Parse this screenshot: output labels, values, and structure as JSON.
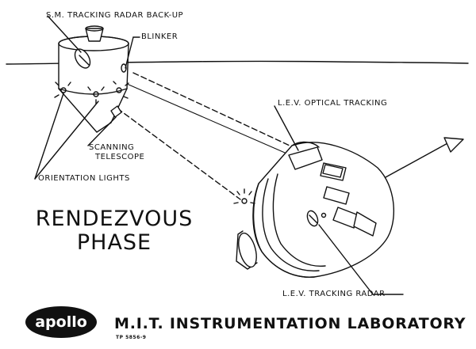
{
  "labels": {
    "sm_radar": "S.M. TRACKING RADAR BACK-UP",
    "blinker": "BLINKER",
    "scanning_1": "SCANNING",
    "scanning_2": "TELESCOPE",
    "orientation": "ORIENTATION LIGHTS",
    "lev_optical": "L.E.V. OPTICAL TRACKING",
    "lev_radar": "L.E.V. TRACKING RADAR"
  },
  "title": {
    "line1": "RENDEZVOUS",
    "line2": "PHASE"
  },
  "footer": {
    "logo": "apollo",
    "lab": "M.I.T. INSTRUMENTATION LABORATORY",
    "tp": "TP 5856-9"
  }
}
